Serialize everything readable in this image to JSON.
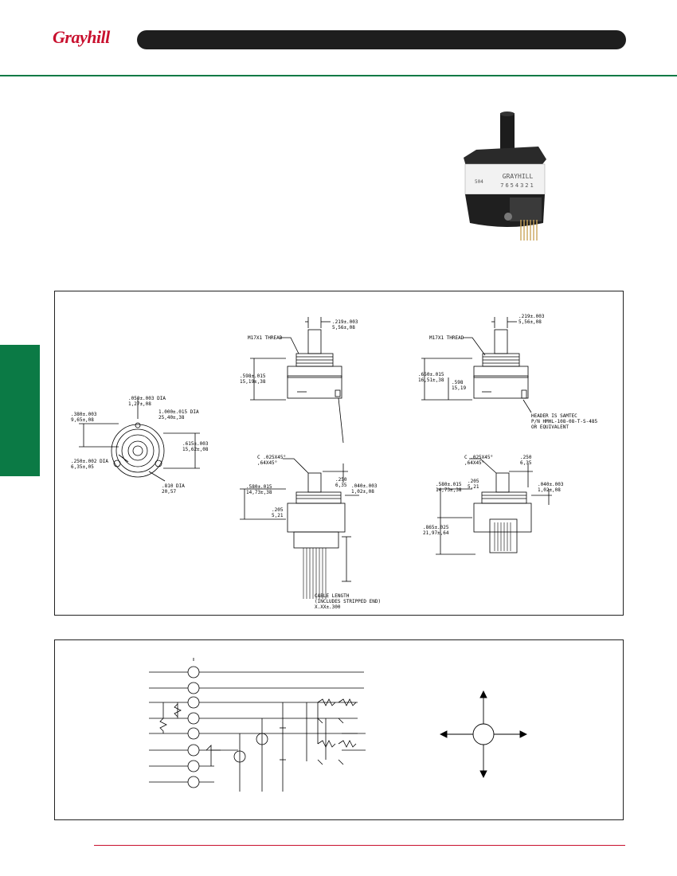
{
  "brand": {
    "logo_text": "Grayhill",
    "accent_color": "#c8102e",
    "green": "#0b7a45"
  },
  "photo": {
    "label_brand": "GRAYHILL",
    "label_number": "7654321",
    "side_text": "504"
  },
  "drawing": {
    "front": {
      "d1": ".050±.003 DIA",
      "d1m": "1,27±,08",
      "d2": "1.000±.015 DIA",
      "d2m": "25,40±,38",
      "d3": ".380±.003",
      "d3m": "9,65±,08",
      "d4": ".615±.003",
      "d4m": "15,62±,08",
      "d5": ".250±.002 DIA",
      "d5m": "6,35±,05",
      "d6": ".810 DIA",
      "d6m": "20,57"
    },
    "side1": {
      "shaft": ".219±.003",
      "shaftm": "5,56±,08",
      "thread": "M17X1 THREAD",
      "height": ".598±.015",
      "heightm": "15,19±,38"
    },
    "side2": {
      "shaft": ".219±.003",
      "shaftm": "5,56±,08",
      "thread": "M17X1 THREAD",
      "h1": ".650±.015",
      "h1m": "16,51±,38",
      "h2": ".598",
      "h2m": "15,19",
      "header1": "HEADER IS SAMTEC",
      "header2": "P/N HMHL-108-08-T-S-485",
      "header3": "OR EQUIVALENT"
    },
    "bottom1": {
      "chamfer": "C .025X45°",
      "chamferm": ",64X45°",
      "a": ".250",
      "am": "6,35",
      "b": ".040±.003",
      "bm": "1,02±,08",
      "c": ".580±.015",
      "cm": "14,73±,38",
      "d": ".205",
      "dm": "5,21",
      "cable1": "CABLE LENGTH",
      "cable2": "(INCLUDES STRIPPED END)",
      "cable3": "X.XX±.300"
    },
    "bottom2": {
      "chamfer": "C .025X45°",
      "chamferm": ",64X45°",
      "a": ".250",
      "am": "6,35",
      "b": ".040±.003",
      "bm": "1,02±,08",
      "c": ".580±.015",
      "cm": "14,73±,38",
      "d": ".205",
      "dm": "5,21",
      "e": ".865±.025",
      "em": "21,97±,64"
    }
  }
}
